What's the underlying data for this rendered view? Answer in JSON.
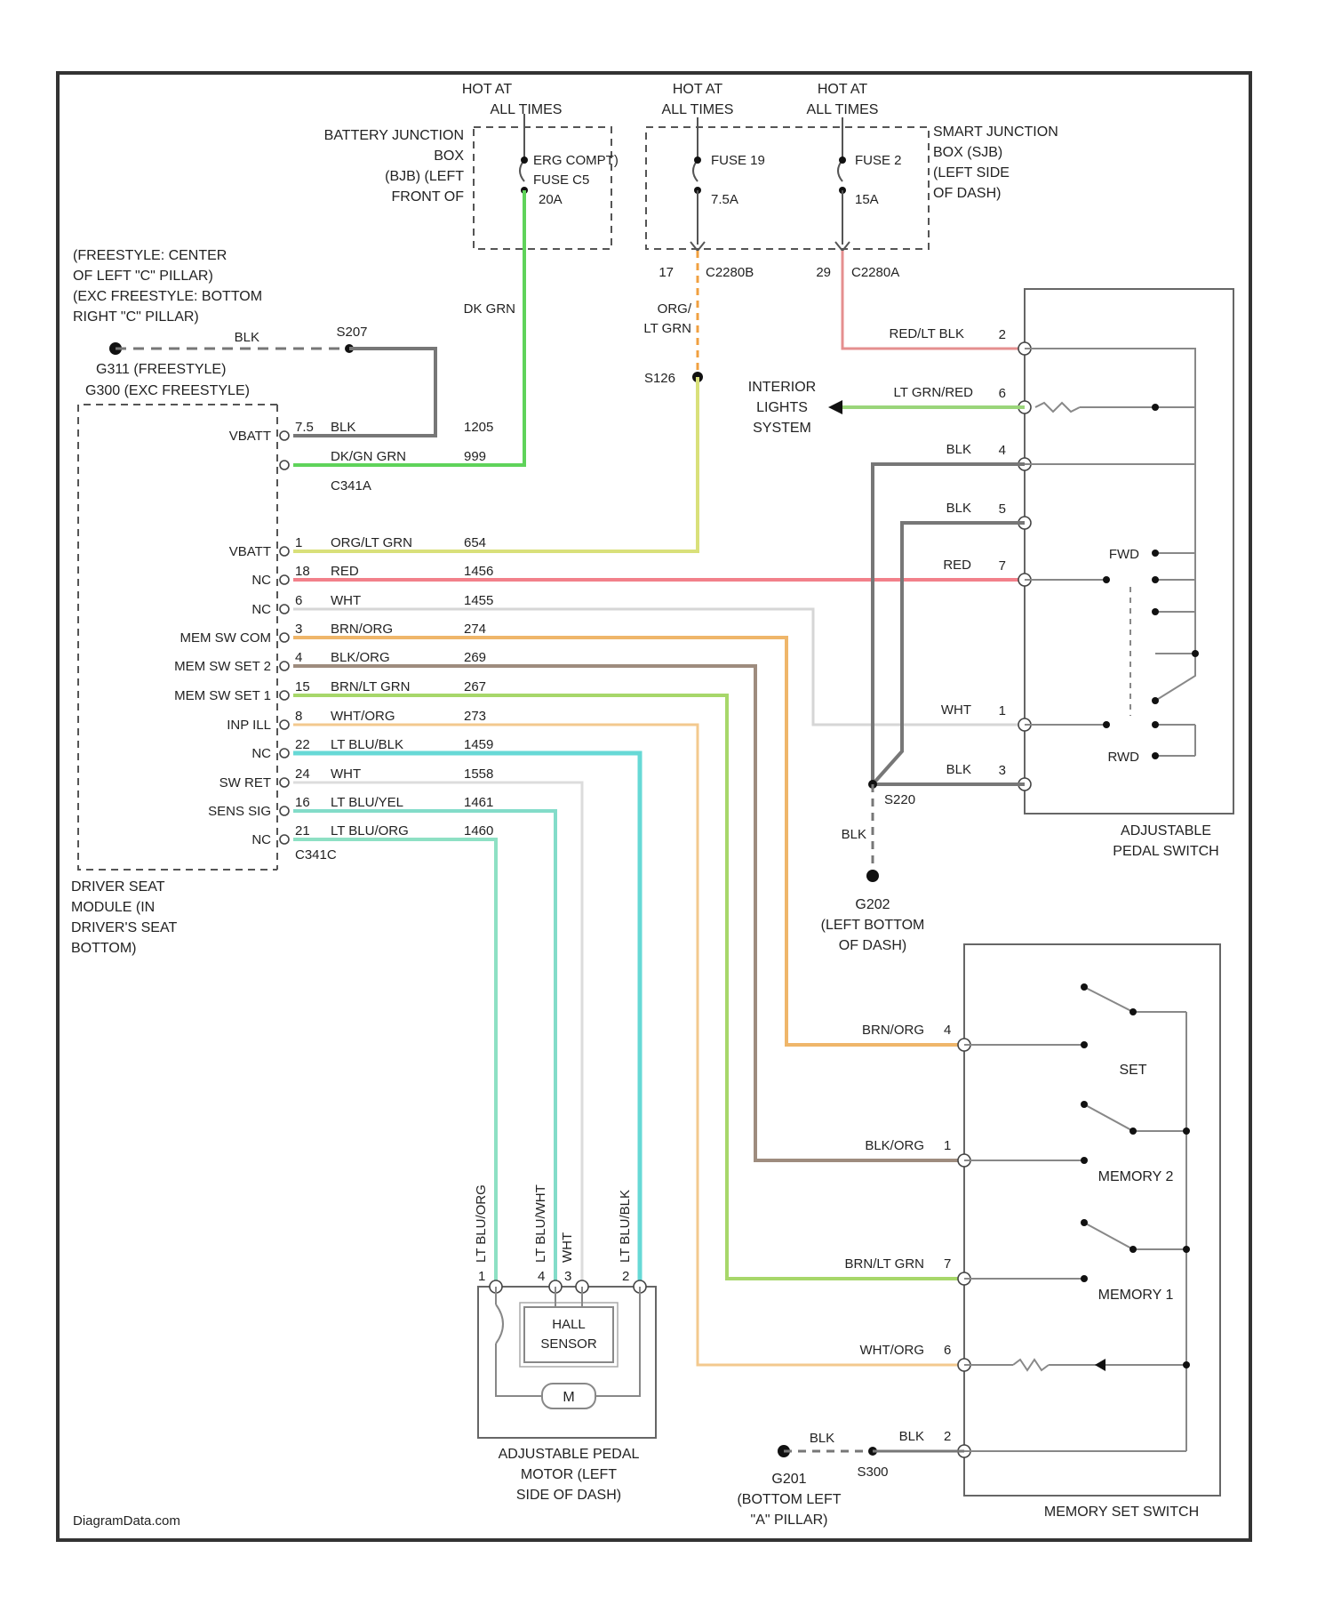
{
  "watermark": "DiagramData.com",
  "hot": {
    "h1": [
      "HOT AT",
      "ALL TIMES"
    ],
    "h2": [
      "HOT AT",
      "ALL TIMES"
    ],
    "h3": [
      "HOT AT",
      "ALL TIMES"
    ]
  },
  "battery_junction_box": [
    "BATTERY JUNCTION",
    "BOX",
    "(BJB) (LEFT",
    "FRONT OF"
  ],
  "smart_junction_box": [
    "SMART JUNCTION",
    "BOX (SJB)",
    "(LEFT SIDE",
    "OF DASH)"
  ],
  "fuses": {
    "f1_name": "ERG COMPT)",
    "f1_sub": "FUSE C5",
    "f1_amp": "20A",
    "f2_name": "FUSE 19",
    "f2_amp": "7.5A",
    "f3_name": "FUSE 2",
    "f3_amp": "15A"
  },
  "connectors": {
    "c2280b": "C2280B",
    "c2280a": "C2280A",
    "pin17": "17",
    "pin29": "29",
    "s126": "S126",
    "s207": "S207",
    "s220": "S220",
    "s300": "S300"
  },
  "ground_g301": [
    "(FREESTYLE: CENTER",
    "OF LEFT \"C\" PILLAR)",
    "(EXC FREESTYLE: BOTTOM",
    "RIGHT \"C\" PILLAR)"
  ],
  "ground_g_sub": [
    "G311 (FREESTYLE)",
    "G300 (EXC FREESTYLE)"
  ],
  "g202": [
    "G202",
    "(LEFT BOTTOM",
    "OF DASH)"
  ],
  "g201": [
    "G201",
    "(BOTTOM LEFT",
    "\"A\" PILLAR)"
  ],
  "wires": {
    "dk_grn": "DK GRN",
    "org_lt_grn": [
      "ORG/",
      "LT GRN"
    ],
    "red_lt_blk": "RED/LT BLK",
    "lt_grn_red": "LT GRN/RED",
    "blk": "BLK",
    "red": "RED",
    "wht": "WHT",
    "blk_gnd": "BLK"
  },
  "pins_right_switch": [
    "2",
    "6",
    "4",
    "5",
    "7",
    "1",
    "3"
  ],
  "interior_lights": [
    "INTERIOR",
    "LIGHTS",
    "SYSTEM"
  ],
  "module": {
    "rows": [
      {
        "label": "VBATT",
        "pin": "7.5",
        "wire": "BLK",
        "circ": "1205"
      },
      {
        "label": "",
        "pin": "",
        "wire": "DK/GN GRN",
        "circ": "999"
      },
      {
        "label": "",
        "pin": "",
        "wire": "C341A",
        "circ": ""
      },
      {
        "label": "VBATT",
        "pin": "1",
        "wire": "ORG/LT GRN",
        "circ": "654"
      },
      {
        "label": "NC",
        "pin": "18",
        "wire": "RED",
        "circ": "1456"
      },
      {
        "label": "NC",
        "pin": "6",
        "wire": "WHT",
        "circ": "1455"
      },
      {
        "label": "MEM SW COM",
        "pin": "3",
        "wire": "BRN/ORG",
        "circ": "274"
      },
      {
        "label": "MEM SW SET 2",
        "pin": "4",
        "wire": "BLK/ORG",
        "circ": "269"
      },
      {
        "label": "MEM SW SET 1",
        "pin": "15",
        "wire": "BRN/LT GRN",
        "circ": "267"
      },
      {
        "label": "INP ILL",
        "pin": "8",
        "wire": "WHT/ORG",
        "circ": "273"
      },
      {
        "label": "NC",
        "pin": "22",
        "wire": "LT BLU/BLK",
        "circ": "1459"
      },
      {
        "label": "SW RET",
        "pin": "24",
        "wire": "WHT",
        "circ": "1558"
      },
      {
        "label": "SENS SIG",
        "pin": "16",
        "wire": "LT BLU/YEL",
        "circ": "1461"
      },
      {
        "label": "NC",
        "pin": "21",
        "wire": "LT BLU/ORG",
        "circ": "1460"
      }
    ],
    "connector": "C341C",
    "name": [
      "DRIVER SEAT",
      "MODULE (IN",
      "DRIVER'S SEAT",
      "BOTTOM)"
    ]
  },
  "pedal_switch": {
    "fwd": "FWD",
    "rwd": "RWD",
    "name": [
      "ADJUSTABLE",
      "PEDAL SWITCH"
    ]
  },
  "memory_switch": {
    "wires": [
      {
        "label": "BRN/ORG",
        "pin": "4"
      },
      {
        "label": "BLK/ORG",
        "pin": "1"
      },
      {
        "label": "BRN/LT GRN",
        "pin": "7"
      },
      {
        "label": "WHT/ORG",
        "pin": "6"
      },
      {
        "label": "BLK",
        "pin": "2"
      }
    ],
    "set": "SET",
    "mem2": "MEMORY 2",
    "mem1": "MEMORY 1",
    "gnd_wire": "BLK",
    "name": "MEMORY SET SWITCH"
  },
  "motor": {
    "wires": [
      "LT BLU/ORG",
      "LT BLU/WHT",
      "WHT",
      "LT BLU/BLK"
    ],
    "pins": [
      "1",
      "4",
      "3",
      "2"
    ],
    "sensor": [
      "HALL",
      "SENSOR"
    ],
    "m": "M",
    "name": [
      "ADJUSTABLE PEDAL",
      "MOTOR (LEFT",
      "SIDE OF DASH)"
    ]
  }
}
